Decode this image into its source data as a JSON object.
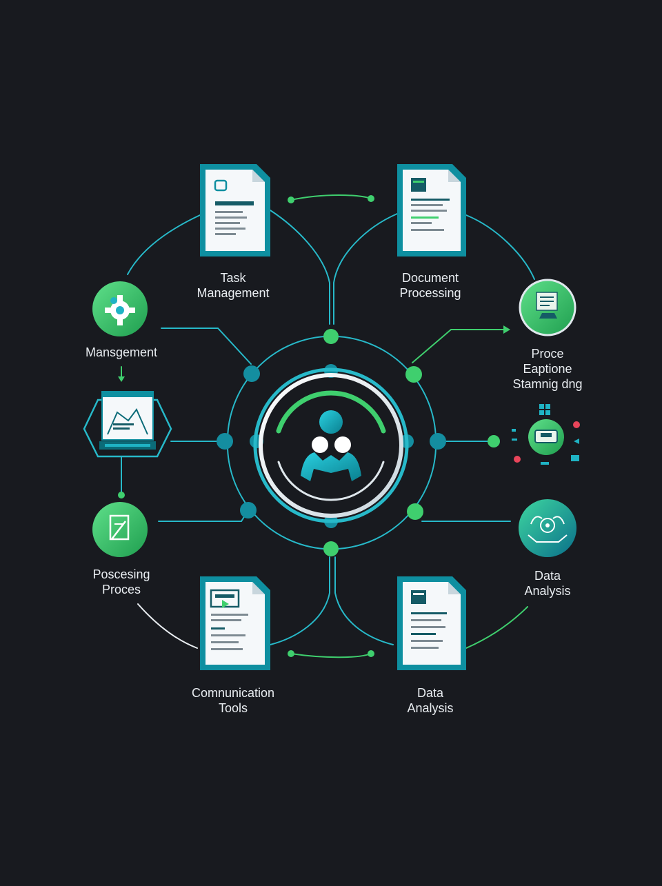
{
  "labels": {
    "task_management": [
      "Task",
      "Management"
    ],
    "document_processing": [
      "Document",
      "Processing"
    ],
    "management": [
      "Mansgement"
    ],
    "process_stamping": [
      "Proce",
      "Eaptione",
      "Stamnig dng"
    ],
    "processing_process": [
      "Poscesing",
      "Proces"
    ],
    "data_analysis_right": [
      "Data",
      "Analysis"
    ],
    "communication_tools": [
      "Comnunication",
      "Tools"
    ],
    "data_analysis_bottom": [
      "Data",
      "Analysis"
    ]
  },
  "colors": {
    "background": "#181a1f",
    "teal": "#1fb3c4",
    "teal_dark": "#0b6b78",
    "green": "#3fcf6e",
    "line": "#27b9c9",
    "white": "#e9edf1"
  },
  "icons": {
    "center": "user-network-icon",
    "task": "document-icon",
    "document": "document-icon",
    "communication": "document-icon",
    "data": "document-icon",
    "management": "gear-icon",
    "process_stamping": "stamp-document-icon",
    "processing": "pen-document-icon",
    "data_analysis": "hands-globe-icon",
    "management_window": "monitor-chart-icon",
    "toolbox": "toolbox-icon"
  }
}
